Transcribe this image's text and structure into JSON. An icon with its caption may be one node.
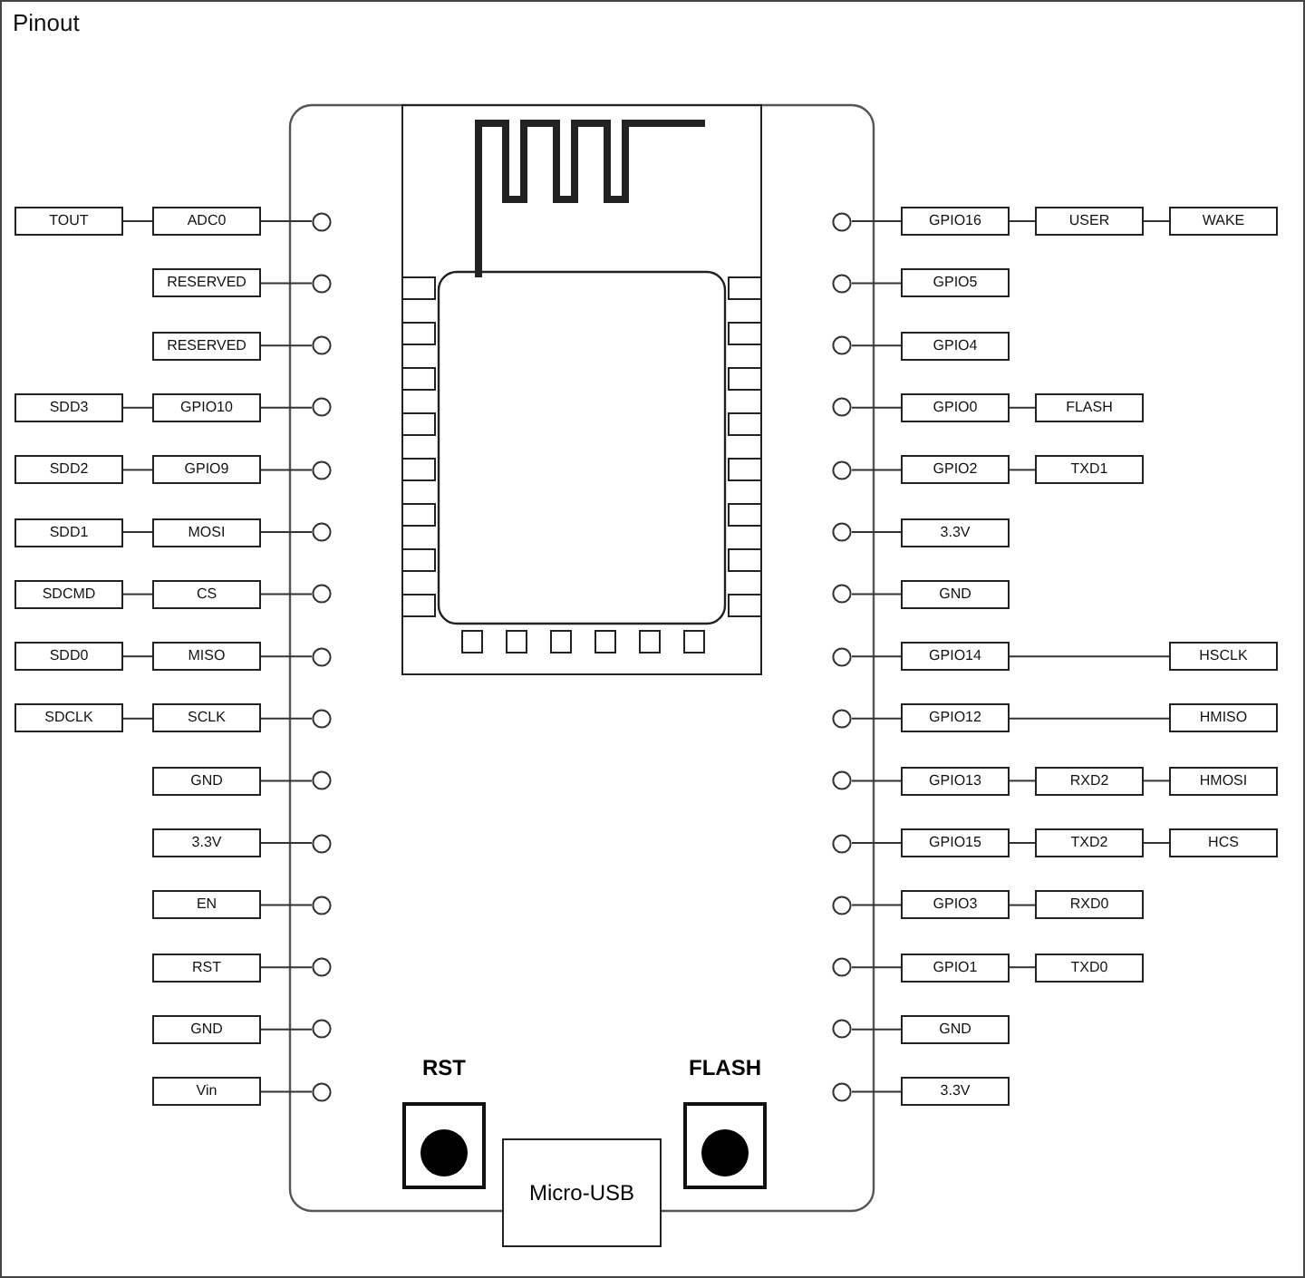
{
  "diagram": {
    "title": "Pinout",
    "nodes": [
      {
        "text": [
          "TOUT"
        ]
      },
      {
        "text": [
          "ADC0"
        ]
      },
      {
        "text": [],
        "shape": "circle"
      },
      {
        "text": [],
        "shape": "circle"
      },
      {
        "text": [
          "GPIO16"
        ]
      },
      {
        "text": [
          "USER"
        ]
      },
      {
        "text": [
          "WAKE"
        ]
      },
      {
        "text": [
          "RESERVED"
        ]
      },
      {
        "text": [],
        "shape": "circle"
      },
      {
        "text": [],
        "shape": "circle"
      },
      {
        "text": [
          "GPIO5"
        ]
      },
      {
        "text": [
          "RESERVED"
        ]
      },
      {
        "text": [],
        "shape": "circle"
      },
      {
        "text": [],
        "shape": "circle"
      },
      {
        "text": [
          "GPIO4"
        ]
      },
      {
        "text": [
          "SDD3"
        ]
      },
      {
        "text": [
          "GPIO10"
        ]
      },
      {
        "text": [],
        "shape": "circle"
      },
      {
        "text": [],
        "shape": "circle"
      },
      {
        "text": [
          "GPIO0"
        ]
      },
      {
        "text": [
          "FLASH"
        ]
      },
      {
        "text": [
          "SDD2"
        ]
      },
      {
        "text": [
          "GPIO9"
        ]
      },
      {
        "text": [],
        "shape": "circle"
      },
      {
        "text": [],
        "shape": "circle"
      },
      {
        "text": [
          "GPIO2"
        ]
      },
      {
        "text": [
          "TXD1"
        ]
      },
      {
        "text": [
          "SDD1"
        ]
      },
      {
        "text": [
          "MOSI"
        ]
      },
      {
        "text": [],
        "shape": "circle"
      },
      {
        "text": [],
        "shape": "circle"
      },
      {
        "text": [
          "3.3V"
        ]
      },
      {
        "text": [
          "SDCMD"
        ]
      },
      {
        "text": [
          "CS"
        ]
      },
      {
        "text": [],
        "shape": "circle"
      },
      {
        "text": [],
        "shape": "circle"
      },
      {
        "text": [
          "GND"
        ]
      },
      {
        "text": [
          "SDD0"
        ]
      },
      {
        "text": [
          "MISO"
        ]
      },
      {
        "text": [],
        "shape": "circle"
      },
      {
        "text": [],
        "shape": "circle"
      },
      {
        "text": [
          "GPIO14"
        ]
      },
      {
        "text": [
          "HSCLK"
        ]
      },
      {
        "text": [
          "SDCLK"
        ]
      },
      {
        "text": [
          "SCLK"
        ]
      },
      {
        "text": [],
        "shape": "circle"
      },
      {
        "text": [],
        "shape": "circle"
      },
      {
        "text": [
          "GPIO12"
        ]
      },
      {
        "text": [
          "HMISO"
        ]
      },
      {
        "text": [
          "GND"
        ]
      },
      {
        "text": [],
        "shape": "circle"
      },
      {
        "text": [],
        "shape": "circle"
      },
      {
        "text": [
          "GPIO13"
        ]
      },
      {
        "text": [
          "RXD2"
        ]
      },
      {
        "text": [
          "HMOSI"
        ]
      },
      {
        "text": [
          "3.3V"
        ]
      },
      {
        "text": [],
        "shape": "circle"
      },
      {
        "text": [],
        "shape": "circle"
      },
      {
        "text": [
          "GPIO15"
        ]
      },
      {
        "text": [
          "TXD2"
        ]
      },
      {
        "text": [
          "HCS"
        ]
      },
      {
        "text": [
          "EN"
        ]
      },
      {
        "text": [],
        "shape": "circle"
      },
      {
        "text": [],
        "shape": "circle"
      },
      {
        "text": [
          "GPIO3"
        ]
      },
      {
        "text": [
          "RXD0"
        ]
      },
      {
        "text": [
          "RST"
        ]
      },
      {
        "text": [],
        "shape": "circle"
      },
      {
        "text": [],
        "shape": "circle"
      },
      {
        "text": [
          "GPIO1"
        ]
      },
      {
        "text": [
          "TXD0"
        ]
      },
      {
        "text": [
          "GND"
        ]
      },
      {
        "text": [],
        "shape": "circle"
      },
      {
        "text": [],
        "shape": "circle"
      },
      {
        "text": [
          "GND"
        ]
      },
      {
        "text": [
          "Vin"
        ]
      },
      {
        "text": [],
        "shape": "circle"
      },
      {
        "text": [],
        "shape": "circle"
      },
      {
        "text": [
          "3.3V"
        ]
      },
      {
        "text": [
          "RST"
        ]
      },
      {
        "text": [
          "FLASH"
        ]
      },
      {
        "text": [
          "Micro-USB"
        ]
      }
    ],
    "edges": [
      {
        "from": 0,
        "to": 1,
        "arrow": "none"
      },
      {
        "from": 1,
        "to": 2,
        "arrow": "none"
      },
      {
        "from": 3,
        "to": 4,
        "arrow": "none"
      },
      {
        "from": 4,
        "to": 5,
        "arrow": "none"
      },
      {
        "from": 5,
        "to": 6,
        "arrow": "none"
      },
      {
        "from": 7,
        "to": 8,
        "arrow": "none"
      },
      {
        "from": 9,
        "to": 10,
        "arrow": "none"
      },
      {
        "from": 11,
        "to": 12,
        "arrow": "none"
      },
      {
        "from": 13,
        "to": 14,
        "arrow": "none"
      },
      {
        "from": 15,
        "to": 16,
        "arrow": "none"
      },
      {
        "from": 16,
        "to": 17,
        "arrow": "none"
      },
      {
        "from": 18,
        "to": 19,
        "arrow": "none"
      },
      {
        "from": 19,
        "to": 20,
        "arrow": "none"
      },
      {
        "from": 21,
        "to": 22,
        "arrow": "none"
      },
      {
        "from": 22,
        "to": 23,
        "arrow": "none"
      },
      {
        "from": 24,
        "to": 25,
        "arrow": "none"
      },
      {
        "from": 25,
        "to": 26,
        "arrow": "none"
      },
      {
        "from": 27,
        "to": 28,
        "arrow": "none"
      },
      {
        "from": 28,
        "to": 29,
        "arrow": "none"
      },
      {
        "from": 30,
        "to": 31,
        "arrow": "none"
      },
      {
        "from": 32,
        "to": 33,
        "arrow": "none"
      },
      {
        "from": 33,
        "to": 34,
        "arrow": "none"
      },
      {
        "from": 35,
        "to": 36,
        "arrow": "none"
      },
      {
        "from": 37,
        "to": 38,
        "arrow": "none"
      },
      {
        "from": 38,
        "to": 39,
        "arrow": "none"
      },
      {
        "from": 40,
        "to": 41,
        "arrow": "none"
      },
      {
        "from": 41,
        "to": 42,
        "arrow": "none"
      },
      {
        "from": 43,
        "to": 44,
        "arrow": "none"
      },
      {
        "from": 44,
        "to": 45,
        "arrow": "none"
      },
      {
        "from": 46,
        "to": 47,
        "arrow": "none"
      },
      {
        "from": 47,
        "to": 48,
        "arrow": "none"
      },
      {
        "from": 49,
        "to": 50,
        "arrow": "none"
      },
      {
        "from": 51,
        "to": 52,
        "arrow": "none"
      },
      {
        "from": 52,
        "to": 53,
        "arrow": "none"
      },
      {
        "from": 53,
        "to": 54,
        "arrow": "none"
      },
      {
        "from": 55,
        "to": 56,
        "arrow": "none"
      },
      {
        "from": 57,
        "to": 58,
        "arrow": "none"
      },
      {
        "from": 58,
        "to": 59,
        "arrow": "none"
      },
      {
        "from": 59,
        "to": 60,
        "arrow": "none"
      },
      {
        "from": 61,
        "to": 62,
        "arrow": "none"
      },
      {
        "from": 63,
        "to": 64,
        "arrow": "none"
      },
      {
        "from": 64,
        "to": 65,
        "arrow": "none"
      },
      {
        "from": 66,
        "to": 67,
        "arrow": "none"
      },
      {
        "from": 68,
        "to": 69,
        "arrow": "none"
      },
      {
        "from": 69,
        "to": 70,
        "arrow": "none"
      },
      {
        "from": 71,
        "to": 72,
        "arrow": "none"
      },
      {
        "from": 73,
        "to": 74,
        "arrow": "none"
      },
      {
        "from": 75,
        "to": 76,
        "arrow": "none"
      },
      {
        "from": 77,
        "to": 78,
        "arrow": "none"
      }
    ]
  }
}
